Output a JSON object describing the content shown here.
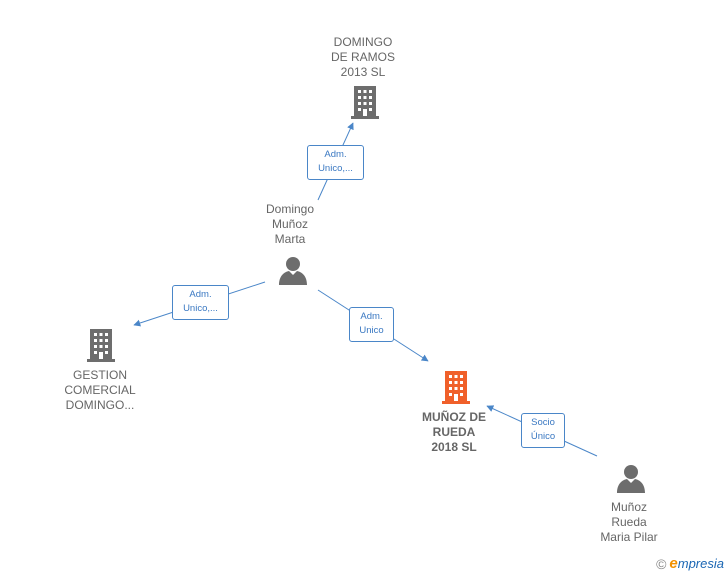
{
  "nodes": {
    "domingo_ramos": {
      "label_lines": [
        "DOMINGO",
        "DE RAMOS",
        "2013  SL"
      ],
      "icon": "building-icon"
    },
    "domingo_munoz": {
      "label_lines": [
        "Domingo",
        "Muñoz",
        "Marta"
      ],
      "icon": "person-icon"
    },
    "gestion": {
      "label_lines": [
        "GESTION",
        "COMERCIAL",
        "DOMINGO..."
      ],
      "icon": "building-icon"
    },
    "munoz_rueda": {
      "label_lines": [
        "MUÑOZ DE",
        "RUEDA",
        "2018  SL"
      ],
      "icon": "building-icon-highlight"
    },
    "maria_pilar": {
      "label_lines": [
        "Muñoz",
        "Rueda",
        "Maria Pilar"
      ],
      "icon": "person-icon"
    }
  },
  "edges": [
    {
      "label_lines": [
        "Adm.",
        "Unico,..."
      ]
    },
    {
      "label_lines": [
        "Adm.",
        "Unico,..."
      ]
    },
    {
      "label_lines": [
        "Adm.",
        "Unico"
      ]
    },
    {
      "label_lines": [
        "Socio",
        "Único"
      ]
    }
  ],
  "colors": {
    "building": "#6d6d6d",
    "highlight": "#f0602a",
    "person": "#6d6d6d",
    "edge": "#4a86c8"
  },
  "watermark": {
    "copyright": "©",
    "brand_initial": "e",
    "brand_rest": "mpresia"
  }
}
